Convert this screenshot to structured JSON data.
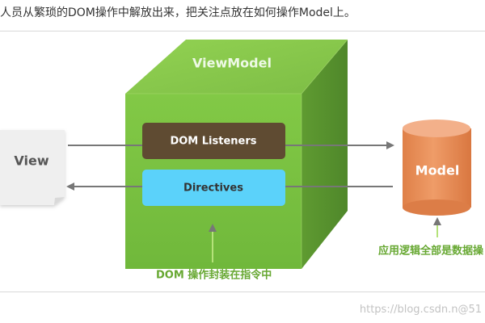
{
  "article": {
    "intro_text": "人员从繁琐的DOM操作中解放出来，把关注点放在如何操作Model上。"
  },
  "diagram": {
    "viewmodel_title": "ViewModel",
    "view_label": "View",
    "model_label": "Model",
    "dom_listeners_label": "DOM Listeners",
    "directives_label": "Directives",
    "bottom_caption": "DOM 操作封装在指令中",
    "right_caption": "应用逻辑全部是数据操",
    "colors": {
      "cube_front": "#7cc242",
      "cube_top": "#8bcc4b",
      "cube_side": "#5f9a31",
      "dom_listeners": "#5f4b32",
      "directives": "#5bd2fa",
      "model": "#e9935e",
      "view_card": "#efefef",
      "arrow": "#777777",
      "caption_green": "#67a832"
    }
  },
  "watermark": {
    "text": "https://blog.csdn.n@51"
  }
}
